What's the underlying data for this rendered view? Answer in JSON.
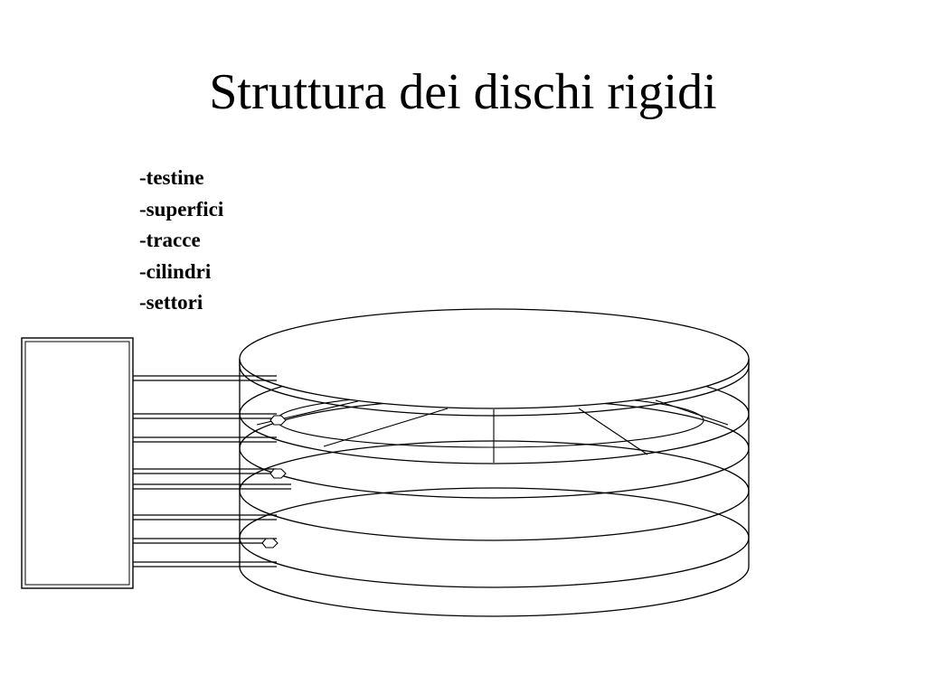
{
  "title": "Struttura dei dischi rigidi",
  "terms": [
    "-testine",
    "-superfici",
    "-tracce",
    "-cilindri",
    "-settori"
  ],
  "diagram": {
    "platter_count": 5,
    "head_count": 3
  }
}
